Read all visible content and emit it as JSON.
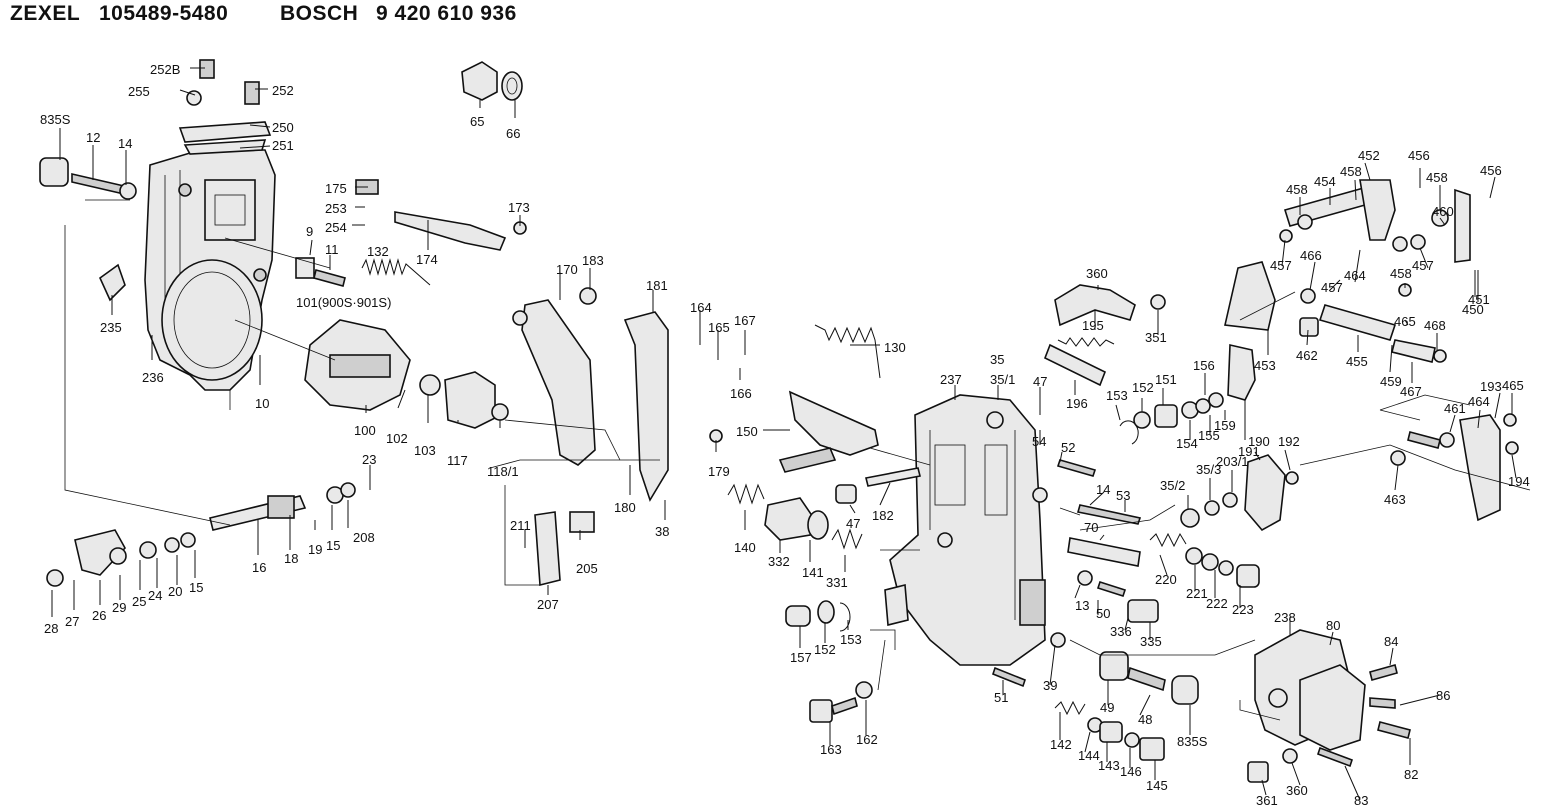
{
  "header": {
    "brand1": "ZEXEL",
    "part1": "105489-5480",
    "brand2": "BOSCH",
    "part2": "9 420 610 936"
  },
  "labels": [
    {
      "id": "252B",
      "text": "252B"
    },
    {
      "id": "255",
      "text": "255"
    },
    {
      "id": "252",
      "text": "252"
    },
    {
      "id": "250",
      "text": "250"
    },
    {
      "id": "251",
      "text": "251"
    },
    {
      "id": "835S",
      "text": "835S"
    },
    {
      "id": "12",
      "text": "12"
    },
    {
      "id": "14a",
      "text": "14"
    },
    {
      "id": "65",
      "text": "65"
    },
    {
      "id": "66",
      "text": "66"
    },
    {
      "id": "175",
      "text": "175"
    },
    {
      "id": "253",
      "text": "253"
    },
    {
      "id": "254",
      "text": "254"
    },
    {
      "id": "173",
      "text": "173"
    },
    {
      "id": "174",
      "text": "174"
    },
    {
      "id": "9",
      "text": "9"
    },
    {
      "id": "11",
      "text": "11"
    },
    {
      "id": "132",
      "text": "132"
    },
    {
      "id": "101",
      "text": "101(900S·901S)"
    },
    {
      "id": "235",
      "text": "235"
    },
    {
      "id": "236",
      "text": "236"
    },
    {
      "id": "10",
      "text": "10"
    },
    {
      "id": "100",
      "text": "100"
    },
    {
      "id": "102",
      "text": "102"
    },
    {
      "id": "103",
      "text": "103"
    },
    {
      "id": "117",
      "text": "117"
    },
    {
      "id": "118/1",
      "text": "118/1"
    },
    {
      "id": "170",
      "text": "170"
    },
    {
      "id": "183",
      "text": "183"
    },
    {
      "id": "181",
      "text": "181"
    },
    {
      "id": "164",
      "text": "164"
    },
    {
      "id": "165",
      "text": "165"
    },
    {
      "id": "167",
      "text": "167"
    },
    {
      "id": "166",
      "text": "166"
    },
    {
      "id": "130",
      "text": "130"
    },
    {
      "id": "150",
      "text": "150"
    },
    {
      "id": "179",
      "text": "179"
    },
    {
      "id": "180",
      "text": "180"
    },
    {
      "id": "38",
      "text": "38"
    },
    {
      "id": "23",
      "text": "23"
    },
    {
      "id": "208",
      "text": "208"
    },
    {
      "id": "15a",
      "text": "15"
    },
    {
      "id": "19",
      "text": "19"
    },
    {
      "id": "18",
      "text": "18"
    },
    {
      "id": "16",
      "text": "16"
    },
    {
      "id": "15b",
      "text": "15"
    },
    {
      "id": "20",
      "text": "20"
    },
    {
      "id": "24",
      "text": "24"
    },
    {
      "id": "25",
      "text": "25"
    },
    {
      "id": "29",
      "text": "29"
    },
    {
      "id": "26",
      "text": "26"
    },
    {
      "id": "27",
      "text": "27"
    },
    {
      "id": "28",
      "text": "28"
    },
    {
      "id": "211",
      "text": "211"
    },
    {
      "id": "205",
      "text": "205"
    },
    {
      "id": "207",
      "text": "207"
    },
    {
      "id": "140",
      "text": "140"
    },
    {
      "id": "332",
      "text": "332"
    },
    {
      "id": "141",
      "text": "141"
    },
    {
      "id": "331",
      "text": "331"
    },
    {
      "id": "157",
      "text": "157"
    },
    {
      "id": "152a",
      "text": "152"
    },
    {
      "id": "153a",
      "text": "153"
    },
    {
      "id": "47a",
      "text": "47"
    },
    {
      "id": "182",
      "text": "182"
    },
    {
      "id": "237",
      "text": "237"
    },
    {
      "id": "35",
      "text": "35"
    },
    {
      "id": "35/1",
      "text": "35/1"
    },
    {
      "id": "47b",
      "text": "47"
    },
    {
      "id": "54",
      "text": "54"
    },
    {
      "id": "52",
      "text": "52"
    },
    {
      "id": "360",
      "text": "360"
    },
    {
      "id": "195",
      "text": "195"
    },
    {
      "id": "351",
      "text": "351"
    },
    {
      "id": "196",
      "text": "196"
    },
    {
      "id": "153b",
      "text": "153"
    },
    {
      "id": "152b",
      "text": "152"
    },
    {
      "id": "151",
      "text": "151"
    },
    {
      "id": "156",
      "text": "156"
    },
    {
      "id": "154",
      "text": "154"
    },
    {
      "id": "155",
      "text": "155"
    },
    {
      "id": "159",
      "text": "159"
    },
    {
      "id": "191",
      "text": "191"
    },
    {
      "id": "14b",
      "text": "14"
    },
    {
      "id": "53",
      "text": "53"
    },
    {
      "id": "70",
      "text": "70"
    },
    {
      "id": "190",
      "text": "190"
    },
    {
      "id": "192",
      "text": "192"
    },
    {
      "id": "203/1",
      "text": "203/1"
    },
    {
      "id": "35/3",
      "text": "35/3"
    },
    {
      "id": "35/2",
      "text": "35/2"
    },
    {
      "id": "220",
      "text": "220"
    },
    {
      "id": "221",
      "text": "221"
    },
    {
      "id": "222",
      "text": "222"
    },
    {
      "id": "223",
      "text": "223"
    },
    {
      "id": "13",
      "text": "13"
    },
    {
      "id": "50",
      "text": "50"
    },
    {
      "id": "336",
      "text": "336"
    },
    {
      "id": "335",
      "text": "335"
    },
    {
      "id": "51",
      "text": "51"
    },
    {
      "id": "39",
      "text": "39"
    },
    {
      "id": "49",
      "text": "49"
    },
    {
      "id": "48",
      "text": "48"
    },
    {
      "id": "835S2",
      "text": "835S"
    },
    {
      "id": "163",
      "text": "163"
    },
    {
      "id": "162",
      "text": "162"
    },
    {
      "id": "142",
      "text": "142"
    },
    {
      "id": "144",
      "text": "144"
    },
    {
      "id": "143",
      "text": "143"
    },
    {
      "id": "146",
      "text": "146"
    },
    {
      "id": "145",
      "text": "145"
    },
    {
      "id": "238",
      "text": "238"
    },
    {
      "id": "80",
      "text": "80"
    },
    {
      "id": "84",
      "text": "84"
    },
    {
      "id": "86",
      "text": "86"
    },
    {
      "id": "82",
      "text": "82"
    },
    {
      "id": "83",
      "text": "83"
    },
    {
      "id": "360b",
      "text": "360"
    },
    {
      "id": "361",
      "text": "361"
    },
    {
      "id": "452",
      "text": "452"
    },
    {
      "id": "456a",
      "text": "456"
    },
    {
      "id": "458a",
      "text": "458"
    },
    {
      "id": "454",
      "text": "454"
    },
    {
      "id": "458b",
      "text": "458"
    },
    {
      "id": "458c",
      "text": "458"
    },
    {
      "id": "456b",
      "text": "456"
    },
    {
      "id": "460",
      "text": "460"
    },
    {
      "id": "457a",
      "text": "457"
    },
    {
      "id": "466",
      "text": "466"
    },
    {
      "id": "457b",
      "text": "457"
    },
    {
      "id": "464a",
      "text": "464"
    },
    {
      "id": "457c",
      "text": "457"
    },
    {
      "id": "458d",
      "text": "458"
    },
    {
      "id": "450",
      "text": "450"
    },
    {
      "id": "451",
      "text": "451"
    },
    {
      "id": "465a",
      "text": "465"
    },
    {
      "id": "468",
      "text": "468"
    },
    {
      "id": "453",
      "text": "453"
    },
    {
      "id": "462",
      "text": "462"
    },
    {
      "id": "455",
      "text": "455"
    },
    {
      "id": "459",
      "text": "459"
    },
    {
      "id": "467",
      "text": "467"
    },
    {
      "id": "193",
      "text": "193"
    },
    {
      "id": "465b",
      "text": "465"
    },
    {
      "id": "461",
      "text": "461"
    },
    {
      "id": "464b",
      "text": "464"
    },
    {
      "id": "463",
      "text": "463"
    },
    {
      "id": "194",
      "text": "194"
    }
  ]
}
